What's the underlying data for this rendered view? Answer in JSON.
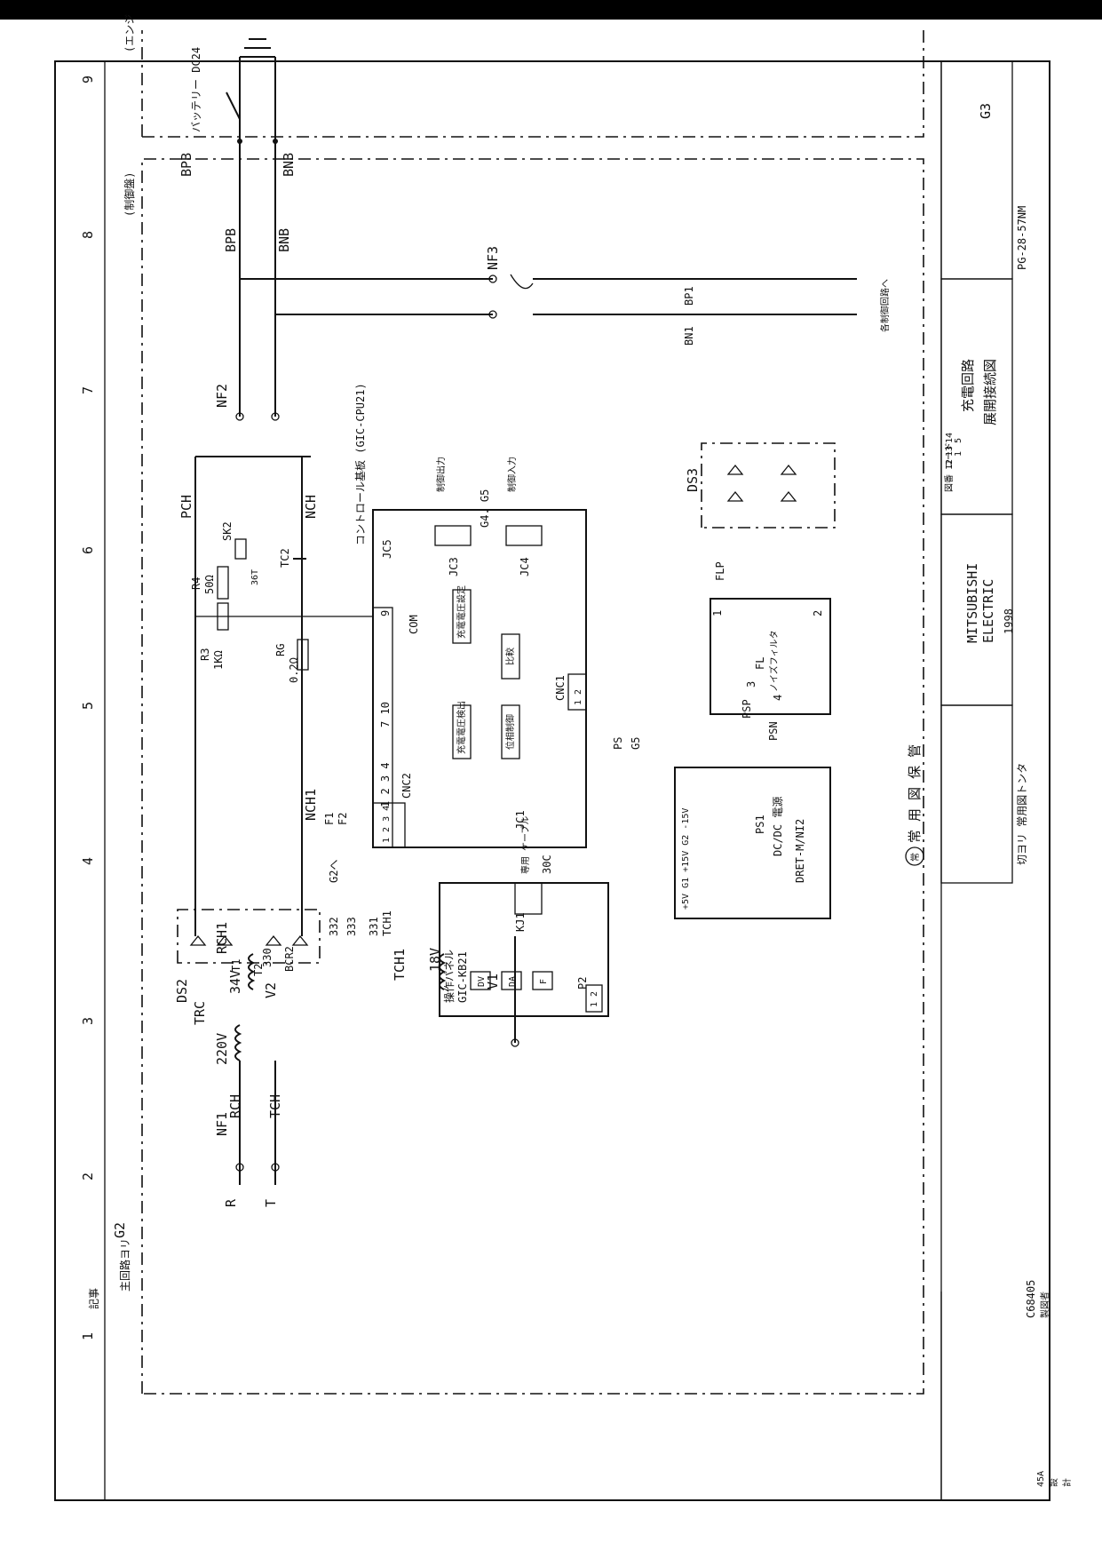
{
  "drawing": {
    "number": "PG-28-57NM",
    "sheet": "G3",
    "title_line1": "充電回路",
    "title_line2": "展開接続図",
    "company_line1": "MITSUBISHI",
    "company_line2": "ELECTRIC",
    "year": "1998",
    "code_label": "図番\nコード",
    "code_cells": [
      "12",
      "13",
      "14"
    ],
    "code_vals": [
      "1",
      "5"
    ],
    "stamp": "常 用 図 保 管",
    "stamp_mark": "常",
    "side_note": "切ヨリ 常用図トンタ",
    "catalog": "C68405",
    "catalog_sub": "製図者",
    "left_label": "記事",
    "bottom_a": "45A",
    "bottom_b": "設",
    "bottom_c": "計"
  },
  "grid_numbers": [
    "9",
    "8",
    "7",
    "6",
    "5",
    "4",
    "3",
    "2",
    "1"
  ],
  "regions": {
    "engine": "(エンジ",
    "control": "(制御盤)"
  },
  "labels": {
    "bpb": "BPB",
    "bnb": "BNB",
    "battery": "バッテリー DC24",
    "nf1": "NF1",
    "nf2": "NF2",
    "nf3": "NF3",
    "bp1": "BP1",
    "bn1": "BN1",
    "to_control": "各制御回路へ",
    "pch": "PCH",
    "nch": "NCH",
    "nch1": "NCH1",
    "sk2": "SK2",
    "tc2": "TC2",
    "r4": "R4",
    "r4v": "50Ω",
    "r3": "R3",
    "r3v": "1KΩ",
    "rg": "RG",
    "rgv": "0.2Ω",
    "t36": "36T",
    "cpu": "コントロール基板 (GIC-CPU21)",
    "jc5": "JC5",
    "jc3": "JC3",
    "jc4": "JC4",
    "jc1": "JC1",
    "cnc1": "CNC1",
    "cnc2": "CNC2",
    "com": "COM",
    "g4g5": "G4. G5",
    "ctrl_out": "制御出力",
    "ctrl_in": "制御入力",
    "v_detect": "充電電圧検出",
    "v_set": "充電電圧設定",
    "compare": "比較",
    "phase": "位相制御",
    "ds2": "DS2",
    "ds3": "DS3",
    "fl": "FL",
    "fl_sub": "ノイズフィルタ",
    "flp": "FLP",
    "psp": "PSP",
    "psn": "PSN",
    "ps1": "PS1",
    "ps1_sub": "DC/DC 電源",
    "ps1_model": "DRET-M/NI2",
    "ps1_out": "+5V G1 +15V G2 -15V",
    "ps": "PS",
    "g5": "G5",
    "panel": "操作パネル",
    "panel_model": "GIC-KB21",
    "kj1": "KJ1",
    "cable": "専用\nケーブル",
    "cable_30c": "30C",
    "p2": "P2",
    "dv": "DV",
    "da": "DA",
    "f": "F",
    "g2_to": "G2へ",
    "f1": "F1",
    "f2": "F2",
    "g2": "G2",
    "main_circuit": "主回路ヨリ",
    "r": "R",
    "t": "T",
    "rch": "RCH",
    "tch": "TCH",
    "trc": "TRC",
    "v220": "220V",
    "v34": "34V",
    "v18": "18V",
    "v1": "V1",
    "v2": "V2",
    "rch1": "RCH1",
    "tch1": "TCH1",
    "bcr2": "BCR2",
    "t1": "T1",
    "t2": "T2",
    "w330": "330",
    "w331": "331",
    "w332": "332",
    "w333": "333",
    "pin9": "9",
    "pin710": "7 10",
    "pin1234": "1 2 3 4",
    "cnc2pins": "1 2 3 4",
    "cnc1pins": "1 2",
    "p2pins": "1 2",
    "fl1": "1",
    "fl2": "2",
    "fl3": "3",
    "fl4": "4",
    "plus": "+",
    "minus": "-",
    "tilde": "~"
  }
}
